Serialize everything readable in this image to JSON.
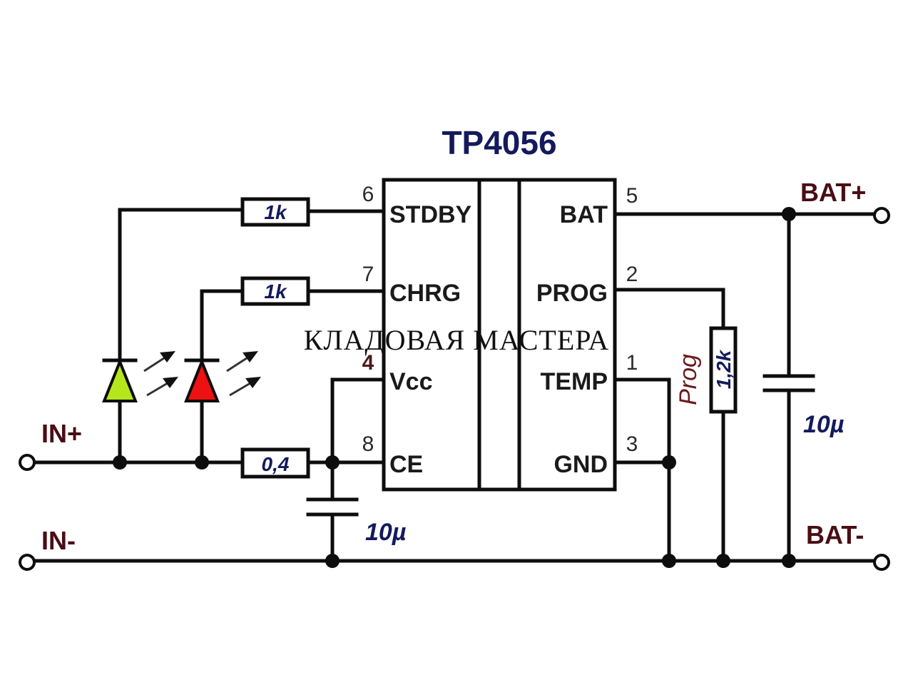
{
  "chip": {
    "name": "TP4056",
    "pins_left": [
      {
        "number": "6",
        "label": "STDBY"
      },
      {
        "number": "7",
        "label": "CHRG"
      },
      {
        "number": "4",
        "label": "Vcc"
      },
      {
        "number": "8",
        "label": "CE"
      }
    ],
    "pins_right": [
      {
        "number": "5",
        "label": "BAT"
      },
      {
        "number": "2",
        "label": "PROG"
      },
      {
        "number": "1",
        "label": "TEMP"
      },
      {
        "number": "3",
        "label": "GND"
      }
    ]
  },
  "components": {
    "r_stdby": "1k",
    "r_chrg": "1k",
    "r_input": "0,4",
    "r_prog": "1,2k",
    "r_prog_label": "Prog",
    "c_input": "10µ",
    "c_output": "10µ",
    "led_stdby_color": "#b5e61d",
    "led_chrg_color": "#ee1111"
  },
  "ports": {
    "in_plus": "IN+",
    "in_minus": "IN-",
    "bat_plus": "BAT+",
    "bat_minus": "BAT-"
  },
  "watermark": "КЛАДОВАЯ МАСТЕРА"
}
